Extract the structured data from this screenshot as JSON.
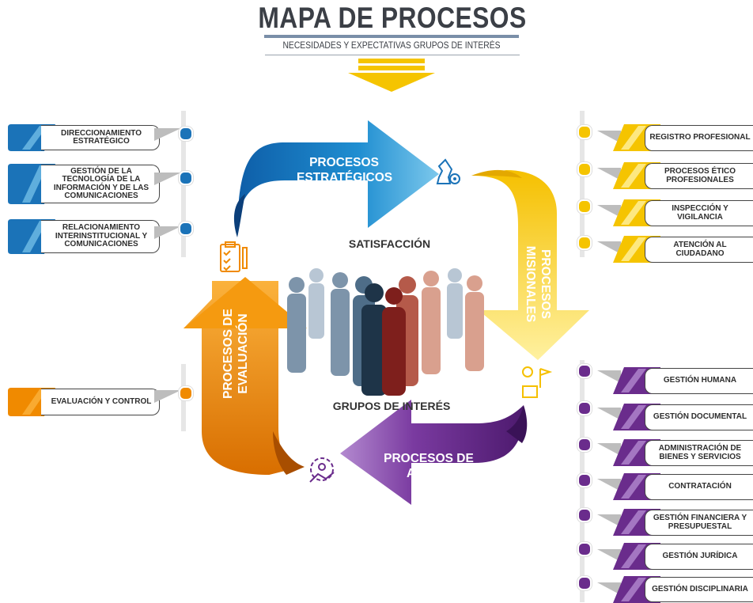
{
  "header": {
    "title": "MAPA DE PROCESOS",
    "subtitle": "NECESIDADES Y EXPECTATIVAS GRUPOS DE INTERÉS"
  },
  "cycle": {
    "estrategicos": "PROCESOS ESTRATÉGICOS",
    "misionales": "PROCESOS MISIONALES",
    "apoyo": "PROCESOS DE APOYO",
    "evaluacion": "PROCESOS DE EVALUACIÓN",
    "center_top": "SATISFACCIÓN",
    "center_bottom": "GRUPOS DE INTERÉS"
  },
  "colors": {
    "estrategicos": "#1b73b8",
    "misionales": "#f5c400",
    "apoyo": "#6a2c8c",
    "evaluacion": "#f08a00"
  },
  "left_strategic": [
    "DIRECCIONAMIENTO ESTRATÉGICO",
    "GESTIÓN DE LA TECNOLOGÍA DE LA INFORMACIÓN Y DE LAS COMUNICACIONES",
    "RELACIONAMIENTO INTERINSTITUCIONAL Y COMUNICACIONES"
  ],
  "left_evaluation": [
    "EVALUACIÓN Y CONTROL"
  ],
  "right_misional": [
    "REGISTRO PROFESIONAL",
    "PROCESOS ÉTICO PROFESIONALES",
    "INSPECCIÓN Y VIGILANCIA",
    "ATENCIÓN AL CIUDADANO"
  ],
  "right_apoyo": [
    "GESTIÓN HUMANA",
    "GESTIÓN DOCUMENTAL",
    "ADMINISTRACIÓN DE BIENES Y SERVICIOS",
    "CONTRATACIÓN",
    "GESTIÓN FINANCIERA Y PRESUPUESTAL",
    "GESTIÓN JURÍDICA",
    "GESTIÓN DISCIPLINARIA"
  ]
}
